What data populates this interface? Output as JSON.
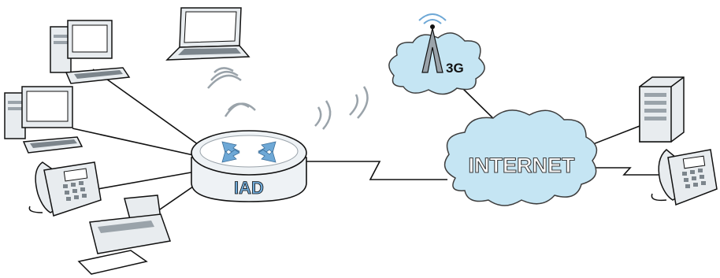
{
  "diagram": {
    "router": {
      "label": "IAD",
      "icon": "router-icon"
    },
    "internet_cloud": {
      "label": "INTERNET",
      "icon": "cloud-icon"
    },
    "mobile_cloud": {
      "label": "3G",
      "icon": "cell-tower-icon"
    },
    "lan_devices": [
      {
        "name": "desktop-computer-1",
        "icon": "desktop-computer-icon"
      },
      {
        "name": "desktop-computer-2",
        "icon": "desktop-computer-icon"
      },
      {
        "name": "laptop",
        "icon": "laptop-icon"
      },
      {
        "name": "ip-phone",
        "icon": "phone-icon"
      },
      {
        "name": "printer",
        "icon": "printer-icon"
      }
    ],
    "wan_devices": [
      {
        "name": "server",
        "icon": "server-icon"
      },
      {
        "name": "remote-phone",
        "icon": "phone-icon"
      }
    ],
    "colors": {
      "line": "#111111",
      "device_fill": "#e8ecef",
      "screen": "#ffffff",
      "cloud_fill": "#c5e5f3",
      "cloud_stroke": "#3d3d3d",
      "router_fill": "#eef2f5",
      "router_arrows": "#6ea8d6",
      "wireless": "#9aa3aa"
    }
  }
}
